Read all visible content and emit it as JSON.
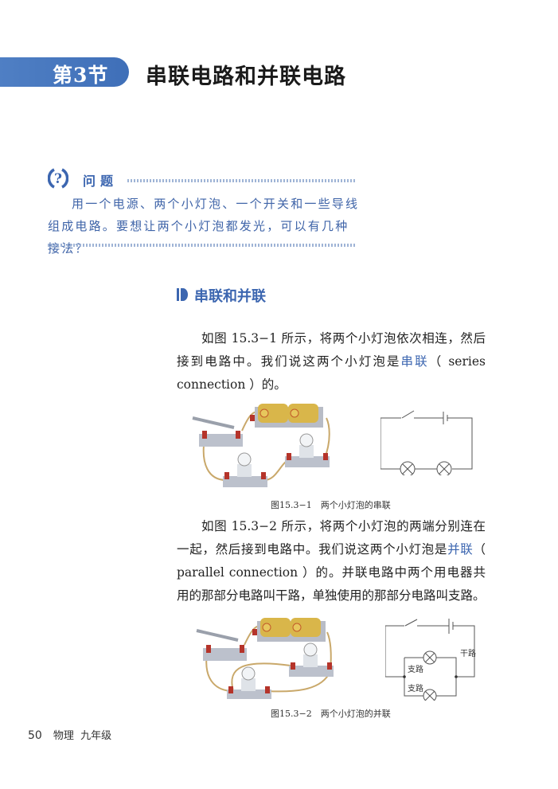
{
  "section": {
    "tab_label": "第3节",
    "title": "串联电路和并联电路",
    "tab_color": "#4a79c0"
  },
  "question": {
    "icon": "question-mark-icon",
    "label": "问题",
    "text": "用一个电源、两个小灯泡、一个开关和一些导线组成电路。要想让两个小灯泡都发光，可以有几种接法？",
    "text_color": "#3f64a8"
  },
  "subsection": {
    "icon": "section-marker-icon",
    "title": "串联和并联"
  },
  "paragraph1": {
    "before": "如图 15.3−1 所示，将两个小灯泡依次相连，然后接到电路中。我们说这两个小灯泡是",
    "term": "串联",
    "after": "（ series connection ）的。"
  },
  "figure1": {
    "caption": "图15.3−1　两个小灯泡的串联",
    "photo_alt": "实物图：电池盒、开关、两个小灯泡依次串联",
    "diagram_alt": "电路图：开关、电池、两个灯泡串联"
  },
  "paragraph2": {
    "before": "如图 15.3−2 所示，将两个小灯泡的两端分别连在一起，然后接到电路中。我们说这两个小灯泡是",
    "term": "并联",
    "after": "（ parallel connection ）的。并联电路中两个用电器共用的那部分电路叫干路，单独使用的那部分电路叫支路。"
  },
  "figure2": {
    "caption": "图15.3−2　两个小灯泡的并联",
    "labels": {
      "main_circuit": "干路",
      "branch1": "支路",
      "branch2": "支路"
    }
  },
  "footer": {
    "page_number": "50",
    "subject": "物理",
    "grade": "九年级"
  }
}
